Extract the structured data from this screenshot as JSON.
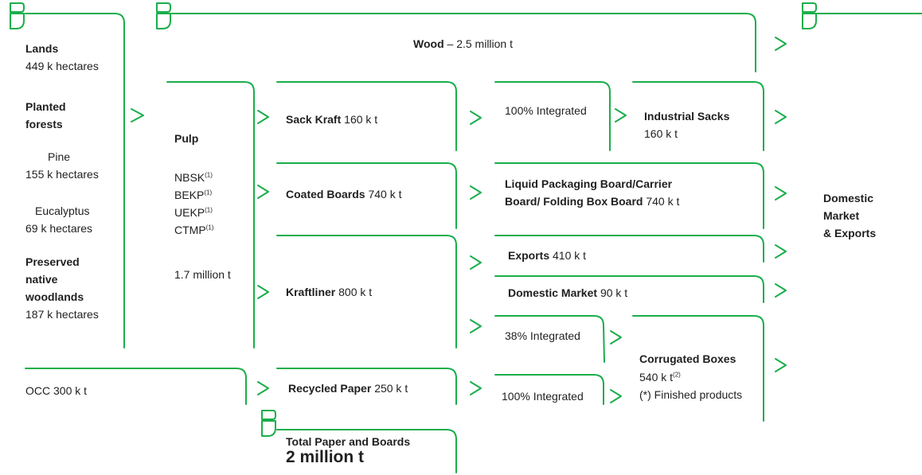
{
  "colors": {
    "accent": "#1aae4b",
    "text": "#1f1f1f"
  },
  "icons": [
    "leaf-icon",
    "chevron-right-icon"
  ],
  "lands": {
    "title": "Lands",
    "value": "449 k hectares",
    "planted_title_1": "Planted",
    "planted_title_2": "forests",
    "pine_name": "Pine",
    "pine_value": "155 k hectares",
    "eucalyptus_name": "Eucalyptus",
    "eucalyptus_value": "69 k hectares",
    "preserved_1": "Preserved",
    "preserved_2": "native",
    "preserved_3": "woodlands",
    "preserved_value": "187 k hectares"
  },
  "wood": {
    "name": "Wood",
    "value": "– 2.5 million t"
  },
  "pulp": {
    "title": "Pulp",
    "types": [
      {
        "name": "NBSK",
        "note": "(1)"
      },
      {
        "name": "BEKP",
        "note": "(1)"
      },
      {
        "name": "UEKP",
        "note": "(1)"
      },
      {
        "name": "CTMP",
        "note": "(1)"
      }
    ],
    "total": "1.7 million t"
  },
  "occ": {
    "label": "OCC  300 k t"
  },
  "products": {
    "sack_kraft": {
      "name": "Sack Kraft",
      "value": "160 k t"
    },
    "coated_boards": {
      "name": "Coated Boards",
      "value": "740 k t"
    },
    "kraftliner": {
      "name": "Kraftliner",
      "value": "800 k t"
    },
    "recycled": {
      "name": "Recycled Paper",
      "value": "250 k t"
    }
  },
  "total": {
    "title": "Total Paper and Boards",
    "value": "2 million t"
  },
  "integration": {
    "sack": "100% Integrated",
    "kraftliner": "38% Integrated",
    "recycled": "100% Integrated"
  },
  "outputs": {
    "industrial_sacks": {
      "name": "Industrial Sacks",
      "value": "160 k t"
    },
    "liquid_line1": "Liquid Packaging Board/Carrier",
    "liquid_line2_name": "Board/ Folding Box Board",
    "liquid_value": "740 k t",
    "exports": {
      "name": "Exports",
      "value": "410 k t"
    },
    "domestic": {
      "name": "Domestic Market",
      "value": "90 k t"
    },
    "corrugated": {
      "name": "Corrugated Boxes",
      "value": "540 k t",
      "note": "(2)",
      "finished": "(*) Finished products"
    }
  },
  "market": {
    "line1": "Domestic",
    "line2": "Market",
    "line3": "& Exports"
  }
}
